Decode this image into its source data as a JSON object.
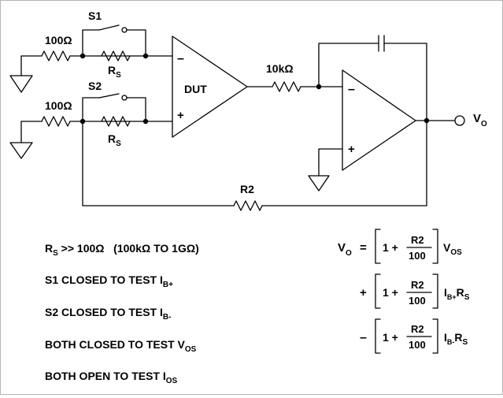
{
  "circuit": {
    "switch_s1": "S1",
    "switch_s2": "S2",
    "res_top": "100Ω",
    "res_bottom": "100Ω",
    "rs_label": "R",
    "rs_sub": "S",
    "dut": "DUT",
    "minus": "–",
    "plus": "+",
    "res_mid": "10kΩ",
    "r2": "R2",
    "vo": "V",
    "vo_sub": "O"
  },
  "notes": {
    "line1": {
      "a": "R",
      "a_sub": "S",
      "b": " >> 100Ω   (100kΩ TO 1GΩ)"
    },
    "line2": {
      "text": "S1 CLOSED TO TEST I",
      "sub": "B+"
    },
    "line3": {
      "text": "S2 CLOSED TO TEST I",
      "sub": "B-"
    },
    "line4": {
      "text": "BOTH CLOSED TO TEST V",
      "sub": "OS"
    },
    "line5": {
      "text": "BOTH OPEN TO TEST I",
      "sub": "OS"
    }
  },
  "equation": {
    "lhs": "V",
    "lhs_sub": "O",
    "equals": "=",
    "one_plus": "1 +",
    "frac_num": "R2",
    "frac_den": "100",
    "term1": "V",
    "term1_sub": "OS",
    "op2": "+",
    "term2a": "I",
    "term2a_sub": "B+",
    "term2b": "R",
    "term2b_sub": "S",
    "op3": "–",
    "term3a": "I",
    "term3a_sub": "B-",
    "term3b": "R",
    "term3b_sub": "S"
  }
}
